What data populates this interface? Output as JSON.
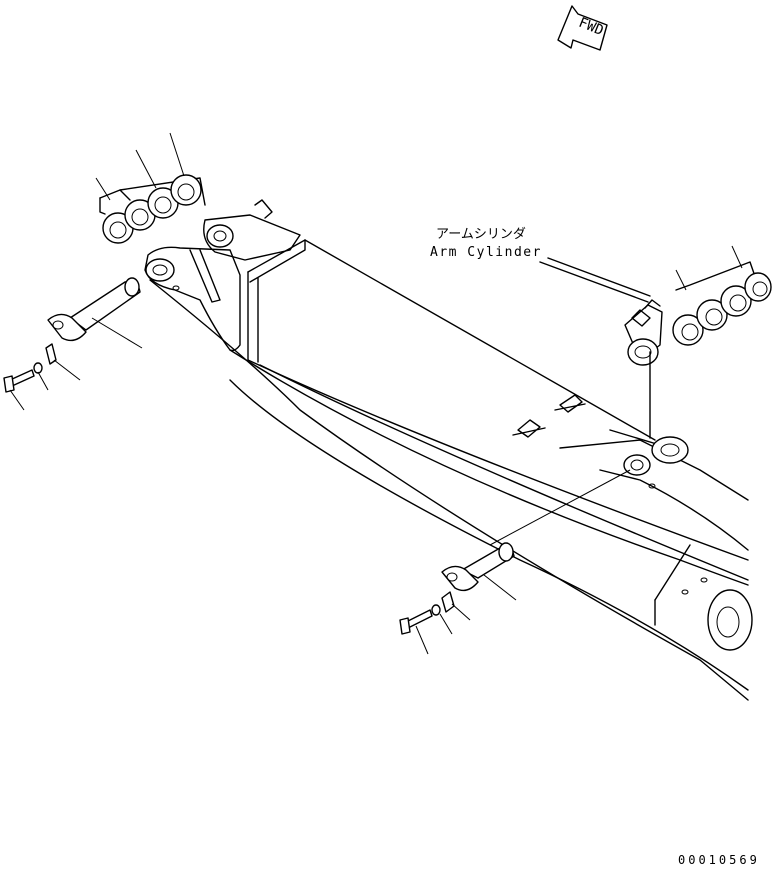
{
  "labels": {
    "forward": "FWD",
    "cylinder_jp": "アームシリンダ",
    "cylinder_en": "Arm Cylinder",
    "drawing_number": "00010569"
  },
  "icons": {
    "forward": "fwd-arrow-icon"
  }
}
